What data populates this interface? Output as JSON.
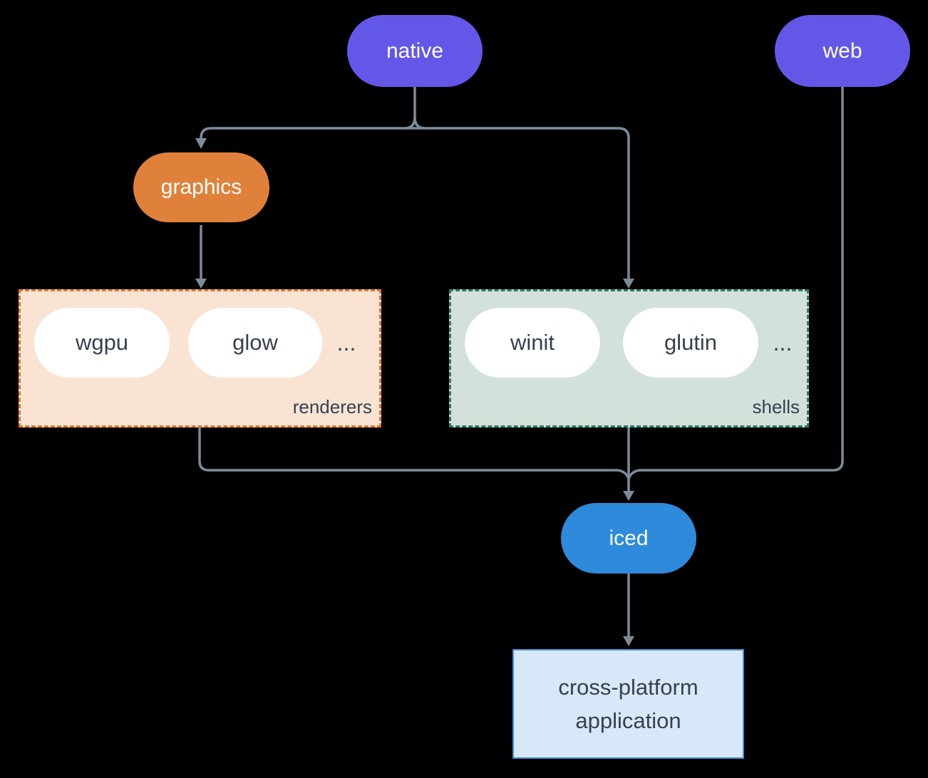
{
  "colors": {
    "background": "#000000",
    "edge": "#7d8b99",
    "purple": "#6457e8",
    "orange": "#e0813b",
    "blue": "#2e8ada",
    "ink": "#36414f",
    "node_text_light": "#ffffff",
    "pill_bg": "#ffffff",
    "renderers_bg": "#f9e4d4",
    "renderers_border": "#e0792f",
    "shells_bg": "#d2e1da",
    "shells_border": "#2d7a6a",
    "app_bg": "#d9e8f8",
    "app_border": "#4390d9"
  },
  "nodes": {
    "native": {
      "label": "native"
    },
    "web": {
      "label": "web"
    },
    "graphics": {
      "label": "graphics"
    },
    "wgpu": {
      "label": "wgpu"
    },
    "glow": {
      "label": "glow"
    },
    "winit": {
      "label": "winit"
    },
    "glutin": {
      "label": "glutin"
    },
    "iced": {
      "label": "iced"
    },
    "app": {
      "line1": "cross-platform",
      "line2": "application"
    }
  },
  "groups": {
    "renderers": {
      "label": "renderers",
      "ellipsis": "..."
    },
    "shells": {
      "label": "shells",
      "ellipsis": "..."
    }
  },
  "edges": [
    {
      "from": "native",
      "to": "graphics"
    },
    {
      "from": "native",
      "to": "shells"
    },
    {
      "from": "graphics",
      "to": "renderers"
    },
    {
      "from": "renderers",
      "to": "iced"
    },
    {
      "from": "shells",
      "to": "iced"
    },
    {
      "from": "web",
      "to": "iced"
    },
    {
      "from": "iced",
      "to": "app"
    }
  ]
}
